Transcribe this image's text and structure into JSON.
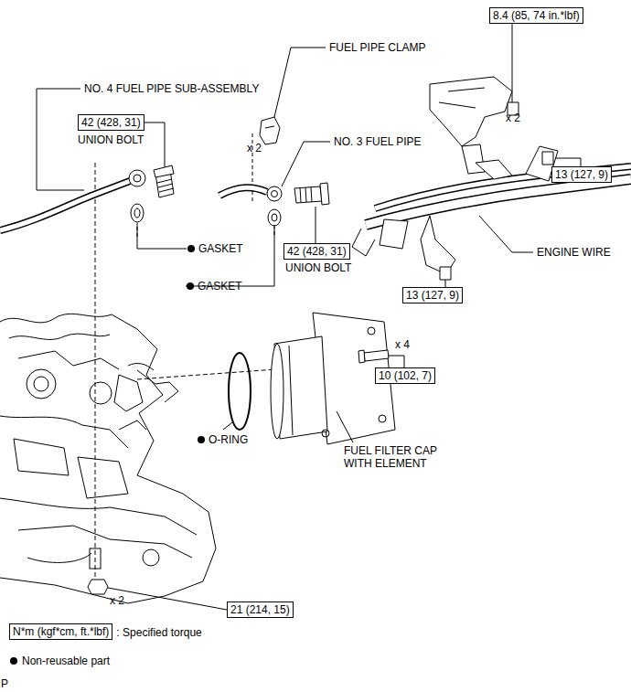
{
  "diagram": {
    "nodes": [
      {
        "text": [
          "8.4 (85, 74 in.*lbf)"
        ]
      },
      {
        "text": [
          "42 (428, 31)"
        ]
      },
      {
        "text": [
          "13 (127, 9)"
        ]
      },
      {
        "text": [
          "42 (428, 31)"
        ]
      },
      {
        "text": [
          "13 (127, 9)"
        ]
      },
      {
        "text": [
          "10 (102, 7)"
        ]
      },
      {
        "text": [
          "21 (214, 15)"
        ]
      },
      {
        "text": [
          "N*m (kgf*cm, ft.*lbf)"
        ]
      }
    ],
    "labels": [
      "NO. 4 FUEL PIPE SUB-ASSEMBLY",
      "FUEL PIPE CLAMP",
      "x 2",
      "NO. 3 FUEL PIPE",
      "x 2",
      "UNION BOLT",
      "ENGINE WIRE",
      "GASKET",
      "GASKET",
      "UNION BOLT",
      "x 4",
      "O-RING",
      "FUEL FILTER CAP WITH ELEMENT",
      "x 2",
      "P"
    ],
    "legend": [
      {
        "text": ": Specified torque"
      },
      {
        "text": "Non-reusable part"
      }
    ]
  }
}
